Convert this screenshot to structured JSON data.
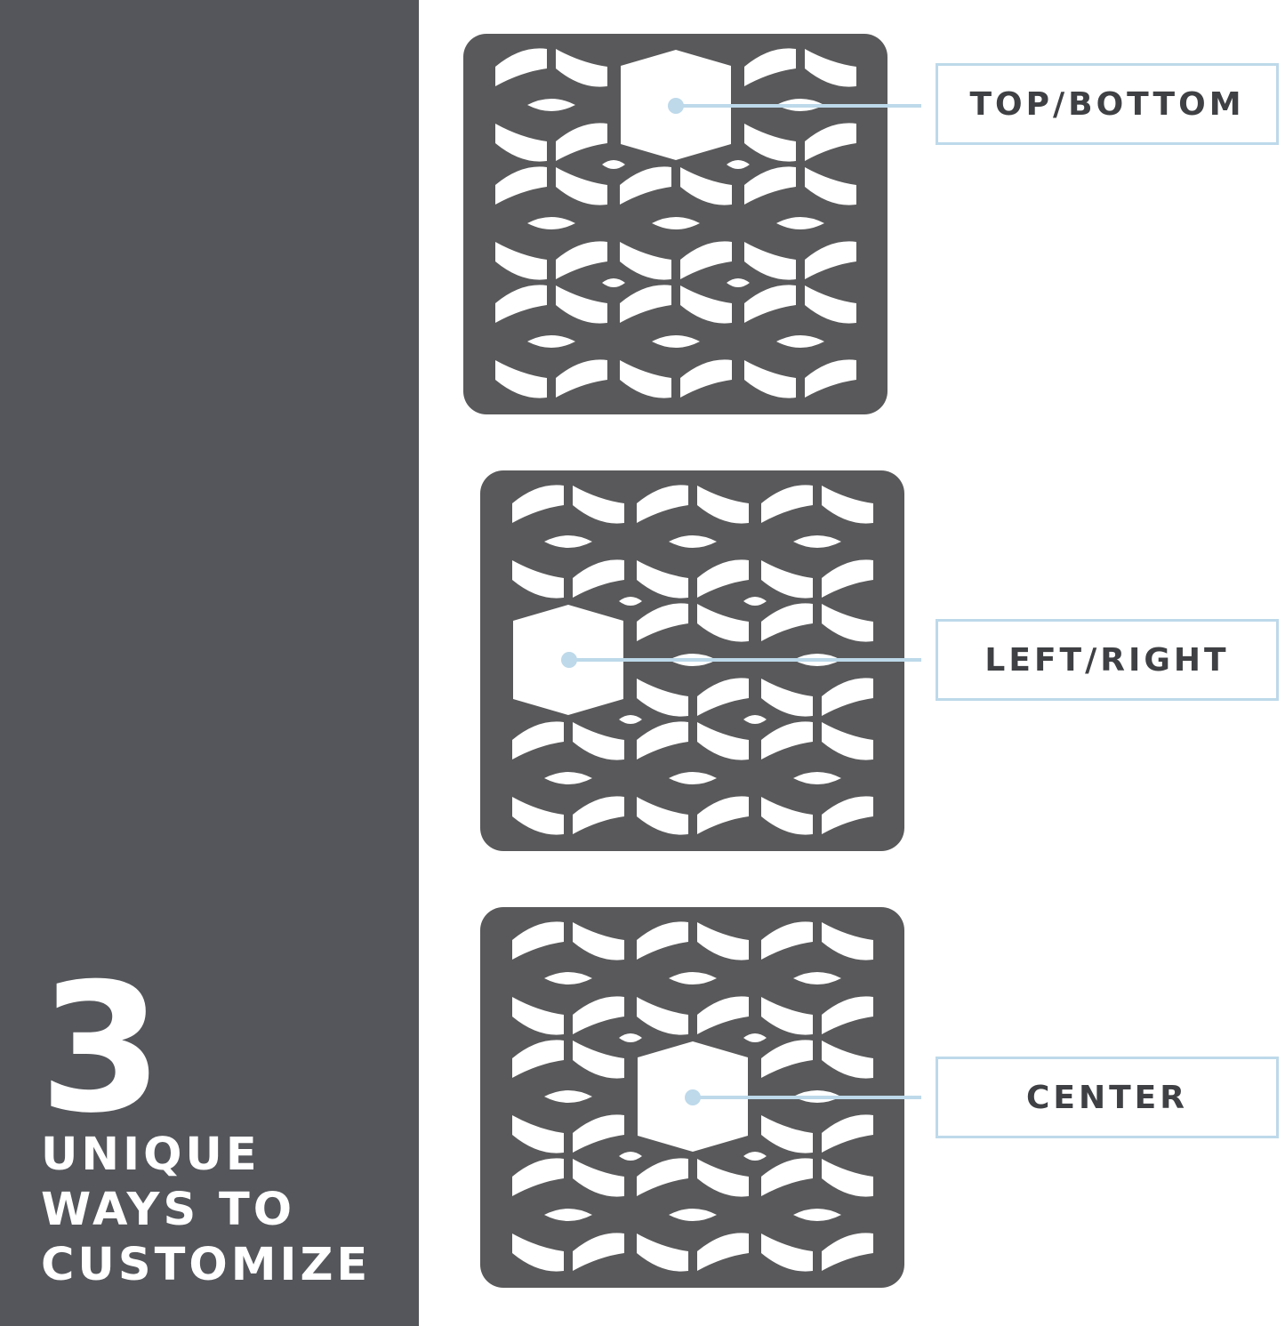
{
  "headline": {
    "number": "3",
    "lines": [
      "UNIQUE",
      "WAYS TO",
      "CUSTOMIZE"
    ]
  },
  "options": [
    {
      "label": "TOP/BOTTOM"
    },
    {
      "label": "LEFT/RIGHT"
    },
    {
      "label": "CENTER"
    }
  ],
  "colors": {
    "panel": "#54565b",
    "mat": "#59595b",
    "cutout": "#ffffff",
    "callout": "#bdd9ea",
    "label_text": "#3e4043"
  }
}
